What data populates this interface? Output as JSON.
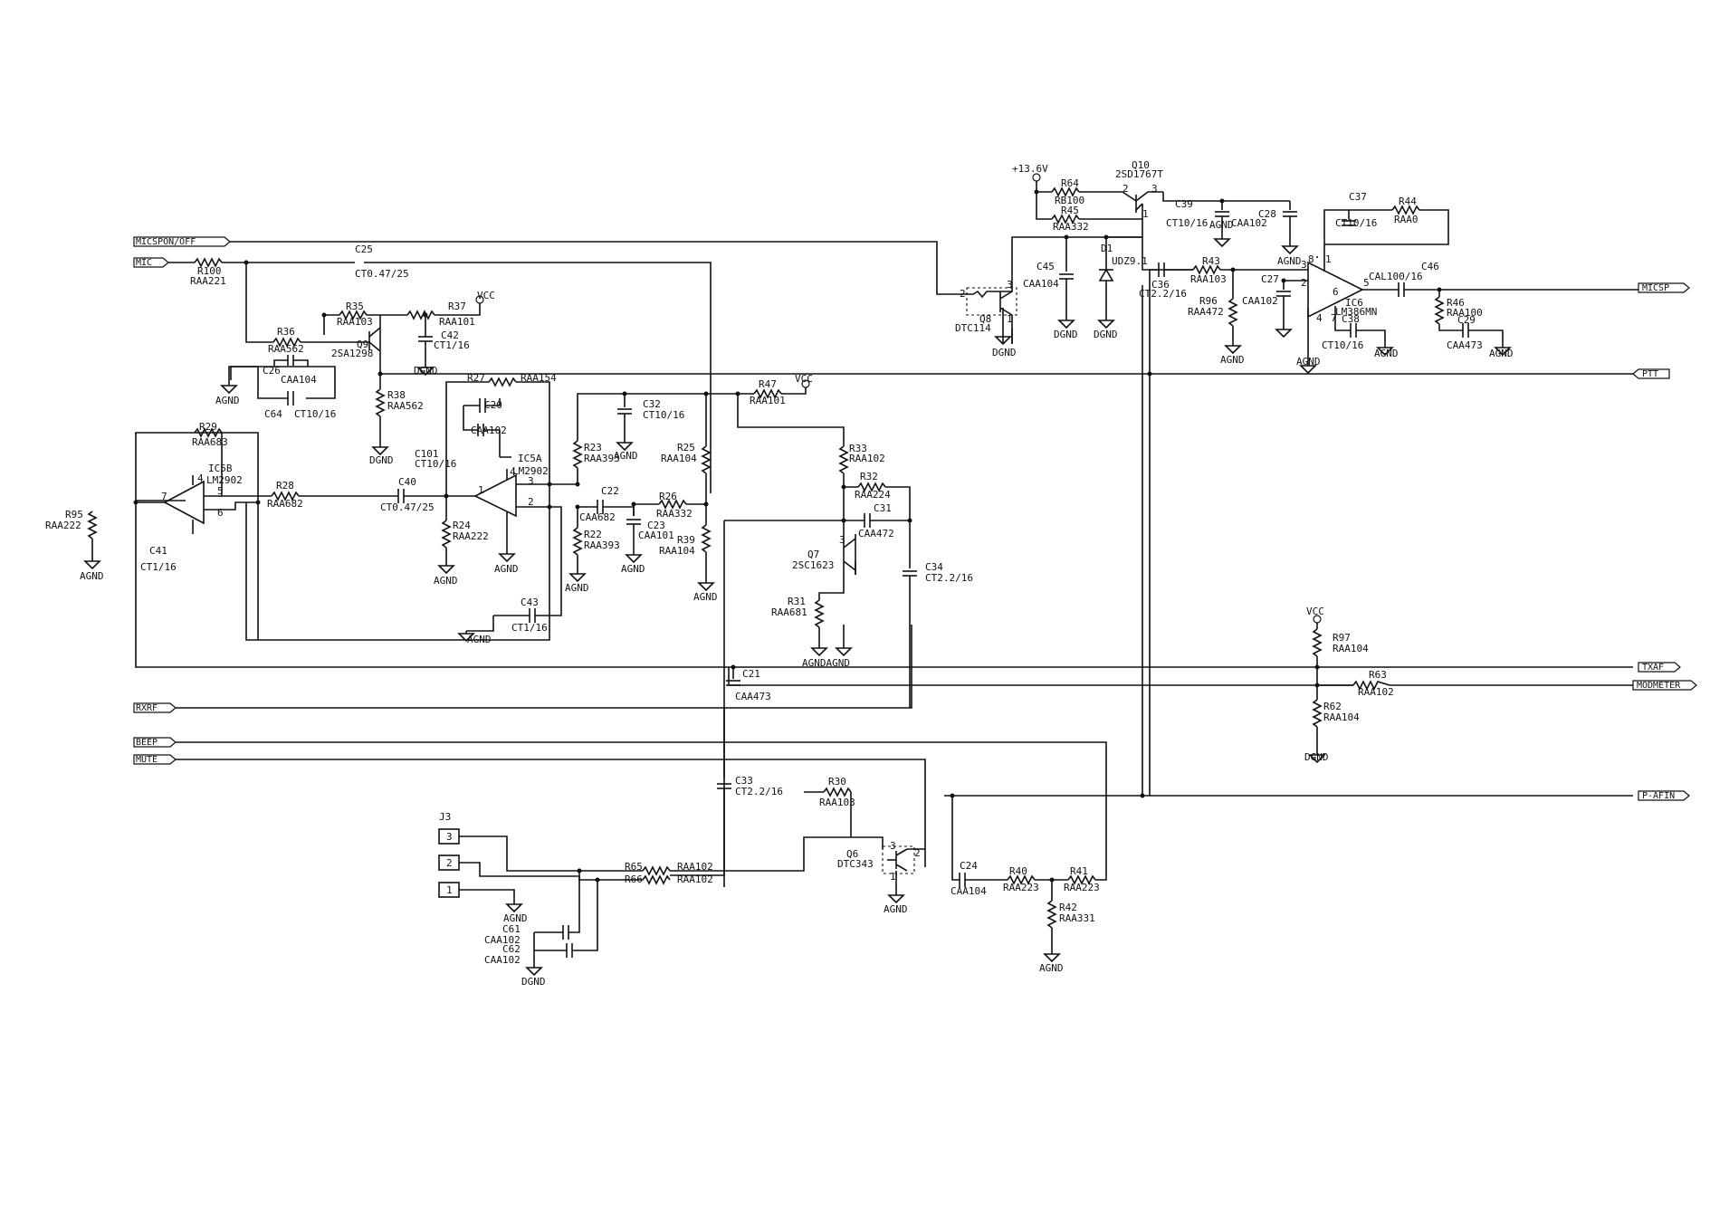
{
  "ports": {
    "micspon": "MICSPON/OFF",
    "mic": "MIC",
    "rxrf": "RXRF",
    "beep": "BEEP",
    "mute": "MUTE",
    "micsp": "MICSP",
    "ptt": "PTT",
    "txaf": "TXAF",
    "modmeter": "MODMETER",
    "pafin": "P-AFIN"
  },
  "components": {
    "r100": [
      "R100",
      "RAA221"
    ],
    "c25": [
      "C25",
      "CT0.47/25"
    ],
    "r35": [
      "R35",
      "RAA103"
    ],
    "r37": [
      "R37",
      "RAA101"
    ],
    "r36": [
      "R36",
      "RAA562"
    ],
    "q9": [
      "Q9",
      "2SA1298"
    ],
    "c42": [
      "C42",
      "CT1/16"
    ],
    "c26": [
      "C26",
      "CAA104"
    ],
    "c64": [
      "C64",
      "CT10/16"
    ],
    "r38": [
      "R38",
      "RAA562"
    ],
    "r27": [
      "R27",
      "RAA154"
    ],
    "c20": [
      "C20",
      "CAA102"
    ],
    "c101": [
      "C101",
      "CT10/16"
    ],
    "ic5a": [
      "IC5A",
      "LM2902"
    ],
    "r29": [
      "R29",
      "RAA683"
    ],
    "ic5b": [
      "IC5B",
      "LM2902"
    ],
    "r28": [
      "R28",
      "RAA682"
    ],
    "c40": [
      "C40",
      "CT0.47/25"
    ],
    "r95": [
      "R95",
      "RAA222"
    ],
    "c41": [
      "C41",
      "CT1/16"
    ],
    "r24": [
      "R24",
      "RAA222"
    ],
    "c43": [
      "C43",
      "CT1/16"
    ],
    "r23": [
      "R23",
      "RAA393"
    ],
    "r22": [
      "R22",
      "RAA393"
    ],
    "c22": [
      "C22",
      "CAA682"
    ],
    "c32": [
      "C32",
      "CT10/16"
    ],
    "c23": [
      "C23",
      "CAA101"
    ],
    "r26": [
      "R26",
      "RAA332"
    ],
    "r25": [
      "R25",
      "RAA104"
    ],
    "r39": [
      "R39",
      "RAA104"
    ],
    "r47": [
      "R47",
      "RAA101"
    ],
    "r33": [
      "R33",
      "RAA102"
    ],
    "r32": [
      "R32",
      "RAA224"
    ],
    "c31": [
      "C31",
      "CAA472"
    ],
    "q7": [
      "Q7",
      "2SC1623"
    ],
    "c34": [
      "C34",
      "CT2.2/16"
    ],
    "r31": [
      "R31",
      "RAA681"
    ],
    "c21": [
      "C21",
      "CAA473"
    ],
    "c33": [
      "C33",
      "CT2.2/16"
    ],
    "r30": [
      "R30",
      "RAA103"
    ],
    "q6": [
      "Q6",
      "DTC343"
    ],
    "r65": [
      "R65",
      "RAA102"
    ],
    "r66": [
      "R66",
      "RAA102"
    ],
    "c61": [
      "C61",
      "CAA102"
    ],
    "c62": [
      "C62",
      "CAA102"
    ],
    "j3": [
      "J3",
      ""
    ],
    "c24": [
      "C24",
      "CAA104"
    ],
    "r40": [
      "R40",
      "RAA223"
    ],
    "r41": [
      "R41",
      "RAA223"
    ],
    "r42": [
      "R42",
      "RAA331"
    ],
    "r64": [
      "R64",
      "RB100"
    ],
    "r45": [
      "R45",
      "RAA332"
    ],
    "q10": [
      "Q10",
      "2SD1767T"
    ],
    "q8": [
      "Q8",
      "DTC114"
    ],
    "c45": [
      "C45",
      "CAA104"
    ],
    "d1": [
      "D1",
      "UDZ9.1"
    ],
    "c39": [
      "C39",
      "CT10/16"
    ],
    "c28": [
      "C28",
      "CAA102"
    ],
    "c36": [
      "C36",
      "CT2.2/16"
    ],
    "r43": [
      "R43",
      "RAA103"
    ],
    "r96": [
      "R96",
      "RAA472"
    ],
    "c27": [
      "C27",
      "CAA102"
    ],
    "ic6": [
      "IC6",
      "LM386MN"
    ],
    "c37": [
      "C37",
      "CT10/16"
    ],
    "r44": [
      "R44",
      "RAA0"
    ],
    "c46": [
      "C46",
      "CAL100/16"
    ],
    "c38": [
      "C38",
      "CT10/16"
    ],
    "r46": [
      "R46",
      "RAA100"
    ],
    "c29": [
      "C29",
      "CAA473"
    ],
    "r97": [
      "R97",
      "RAA104"
    ],
    "r63": [
      "R63",
      "RAA102"
    ],
    "r62": [
      "R62",
      "RAA104"
    ]
  },
  "rails": {
    "vcc": "VCC",
    "v136": "+13.6V",
    "agnd": "AGND",
    "dgnd": "DGND",
    "agnd_dgnd": "AGNDAGND"
  },
  "j3_pins": [
    "3",
    "2",
    "1"
  ],
  "pins": {
    "ic5b": [
      "7",
      "4",
      "5",
      "6"
    ],
    "ic5a": [
      "1",
      "4",
      "3",
      "2"
    ],
    "ic6": [
      "3",
      "2",
      "5",
      "6",
      "4",
      "7",
      "8",
      "1"
    ],
    "q": [
      "2",
      "3",
      "1"
    ]
  }
}
